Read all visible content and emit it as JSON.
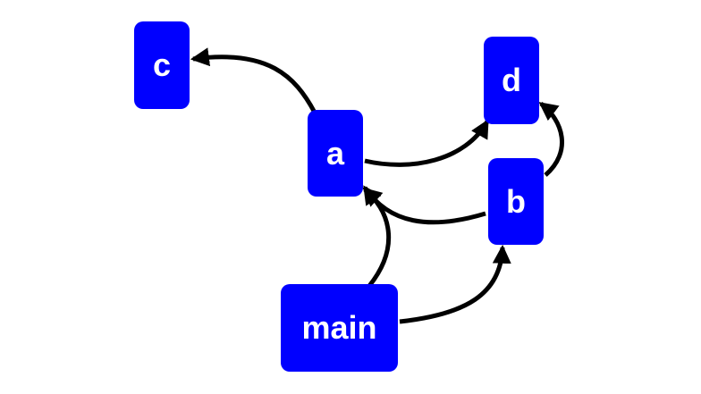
{
  "diagram": {
    "nodes": {
      "c": "c",
      "d": "d",
      "a": "a",
      "b": "b",
      "main": "main"
    },
    "edges": [
      {
        "from": "a",
        "to": "c"
      },
      {
        "from": "a",
        "to": "d"
      },
      {
        "from": "b",
        "to": "d"
      },
      {
        "from": "b",
        "to": "a"
      },
      {
        "from": "main",
        "to": "a"
      },
      {
        "from": "main",
        "to": "b"
      }
    ],
    "colors": {
      "node_fill": "#0000ff",
      "node_text": "#ffffff",
      "edge": "#000000",
      "background": "#ffffff"
    }
  }
}
